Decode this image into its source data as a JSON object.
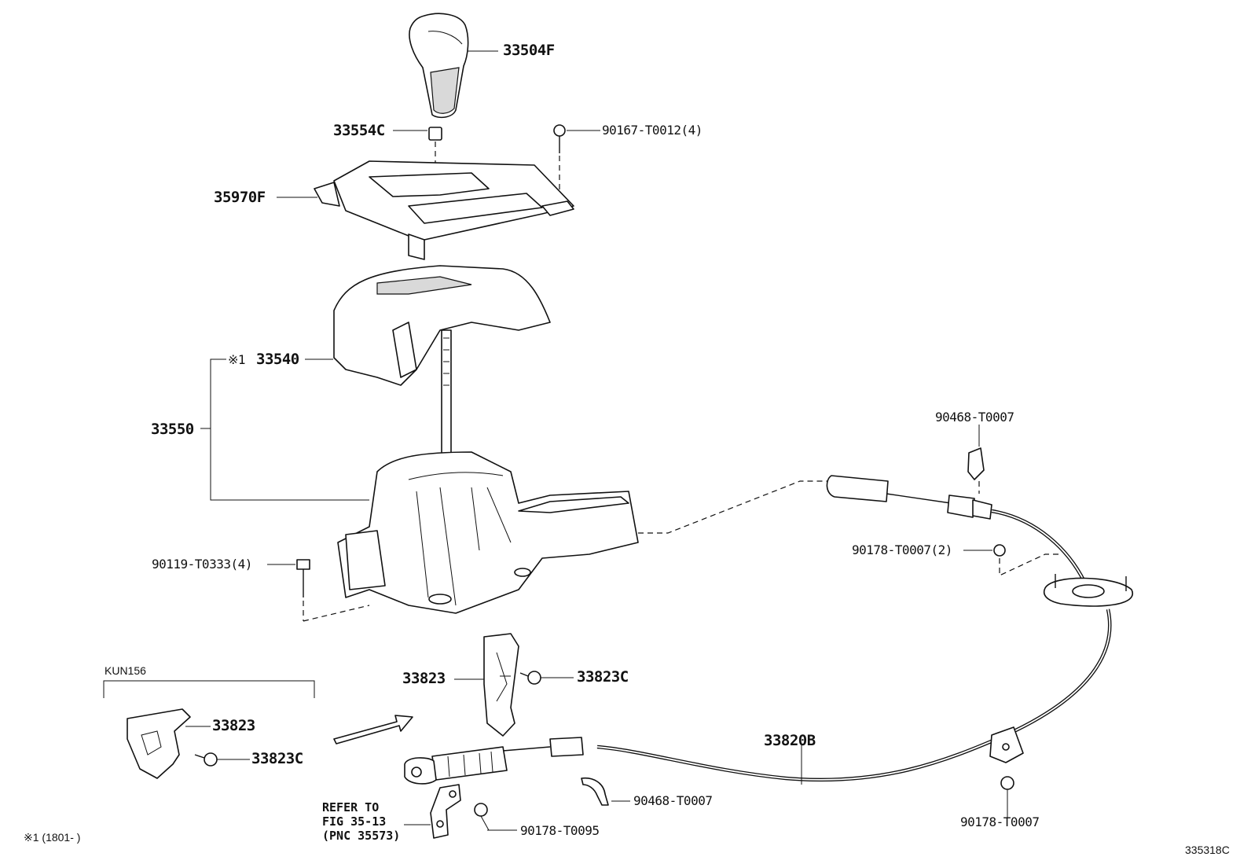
{
  "diagram": {
    "labels": {
      "knob": "33504F",
      "knob_cover": "33554C",
      "screw_top": "90167-T0012(4)",
      "bezel": "35970F",
      "housing_cover": "33540",
      "housing_note_mark": "※1",
      "shift_lever_assy": "33550",
      "bolt_left": "90119-T0333(4)",
      "clip_upper": "90468-T0007",
      "nut_upper": "90178-T0007(2)",
      "bracket": "33823",
      "bracket_bolt": "33823C",
      "kun156_bracket": "33823",
      "kun156_bolt": "33823C",
      "cable": "33820B",
      "clip_lower": "90468-T0007",
      "nut_lower_right": "90178-T0007",
      "nut_lower": "90178-T0095"
    },
    "variant_label": "KUN156",
    "refer": "REFER TO\nFIG 35-13\n(PNC 35573)",
    "footnote": "※1 (1801-      )",
    "figure_code": "335318C"
  }
}
